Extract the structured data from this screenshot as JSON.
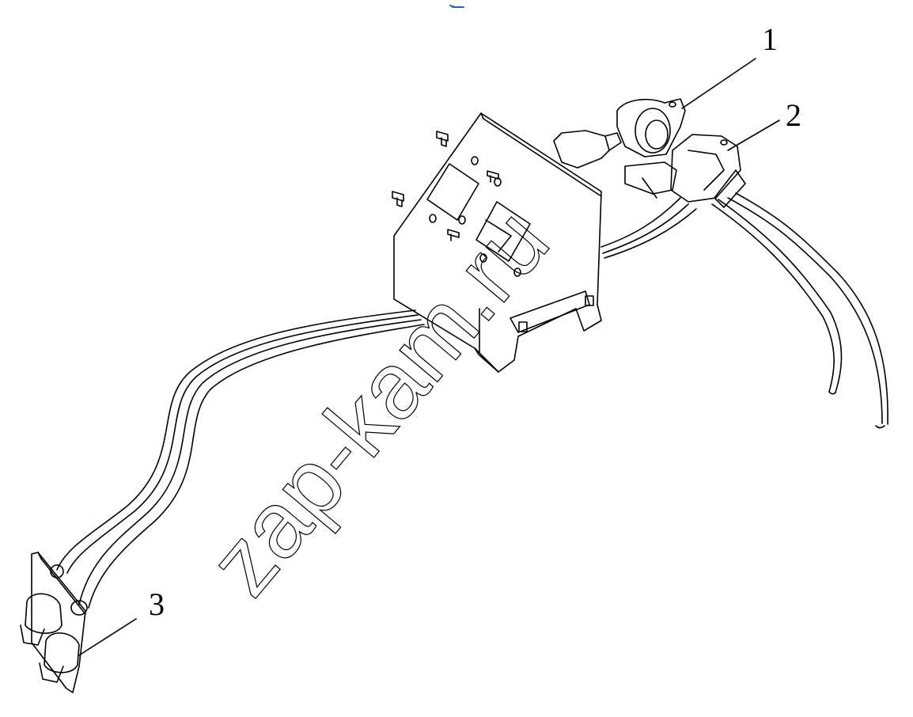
{
  "callouts": [
    {
      "id": "1",
      "label": "1"
    },
    {
      "id": "2",
      "label": "2"
    },
    {
      "id": "3",
      "label": "3"
    }
  ],
  "watermark": {
    "text": "zap-kam.ru"
  },
  "colors": {
    "line": "#000000",
    "background": "#ffffff",
    "mark": "#2a5bd7"
  }
}
